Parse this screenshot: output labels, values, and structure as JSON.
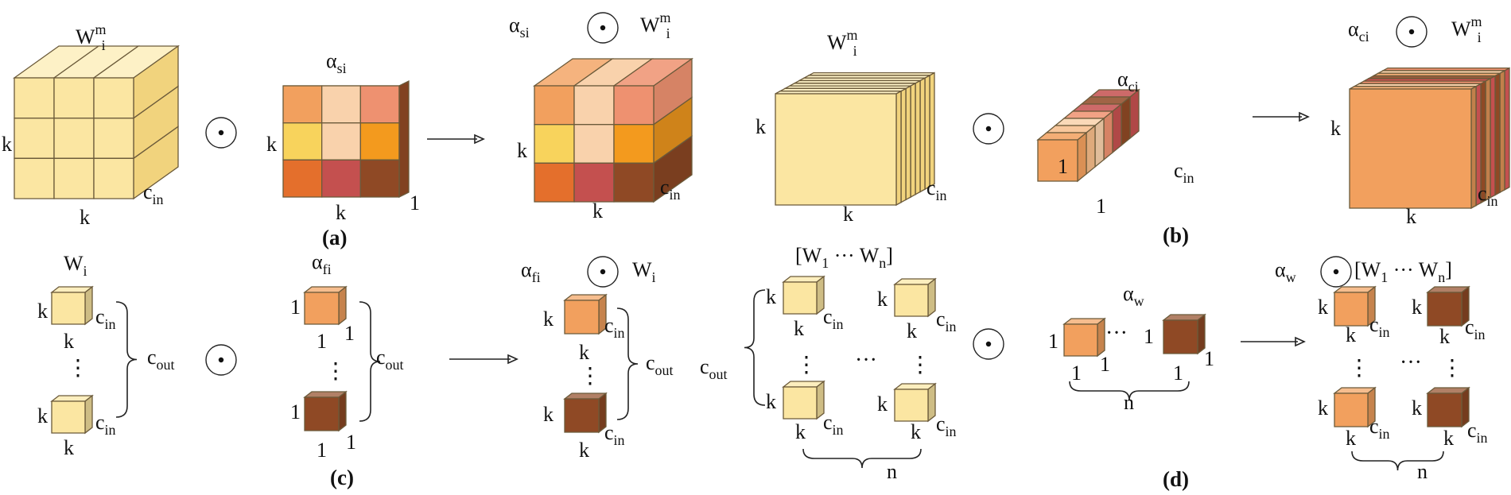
{
  "colors": {
    "pale_yellow": "#fbe6a2",
    "pale_yellow_top": "#fdf1c6",
    "pale_yellow_side": "#f1d37d",
    "orange": "#f2a05e",
    "light_orange": "#f7bd8a",
    "peach": "#f9d2ac",
    "salmon": "#ee9170",
    "gold": "#f8d35c",
    "amber": "#f39a1e",
    "dark_orange": "#e46f2c",
    "red_brown": "#c4504f",
    "brown": "#8f4925"
  },
  "symbols": {
    "hadamard": "·",
    "arrow": "→",
    "vdots": "⋮",
    "hdots": "···"
  },
  "labels": {
    "k": "k",
    "one": "1",
    "n": "n",
    "c": "c",
    "in": "in",
    "out": "out",
    "W": "W",
    "alpha": "α",
    "m": "m",
    "i": "i",
    "si": "si",
    "ci": "ci",
    "fi": "fi",
    "w": "w",
    "bracket_open": "[W",
    "sub_1": "1",
    "mid_dots": "···",
    "W_n": "W",
    "sub_n": "n",
    "bracket_close": "]"
  },
  "captions": {
    "a": "(a)",
    "b": "(b)",
    "c": "(c)",
    "d": "(d)"
  }
}
